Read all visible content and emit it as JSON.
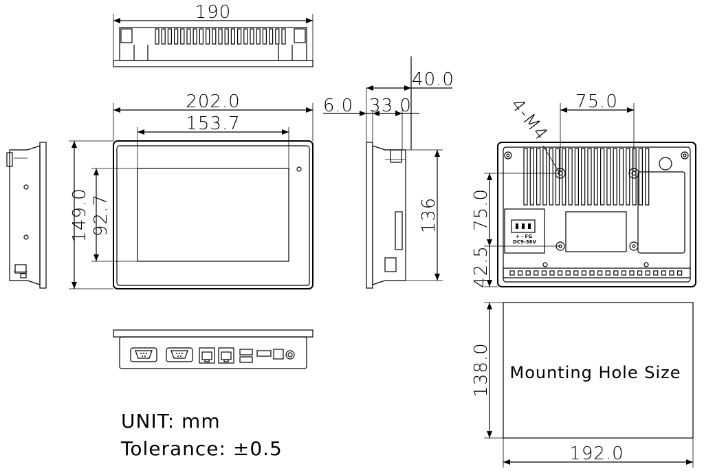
{
  "dimensions": {
    "top_width": "190",
    "front_width": "202.0",
    "screen_width": "153.7",
    "front_height": "149.0",
    "screen_height": "92.7",
    "bezel_depth": "6.0",
    "body_depth": "33.0",
    "total_depth": "40.0",
    "side_height": "136",
    "hole_spacing_x": "75.0",
    "hole_spacing_y": "75.0",
    "hole_offset_y": "42.5",
    "screw_label": "4-M4",
    "cutout_height": "138.0",
    "cutout_width": "192.0"
  },
  "labels": {
    "mounting": "Mounting Hole Size",
    "unit": "UNIT: mm",
    "tolerance": "Tolerance: ±0.5",
    "power_pins": "+  -  FG",
    "power_voltage": "DC9-36V"
  },
  "colors": {
    "line": "#000000",
    "background": "#ffffff"
  }
}
